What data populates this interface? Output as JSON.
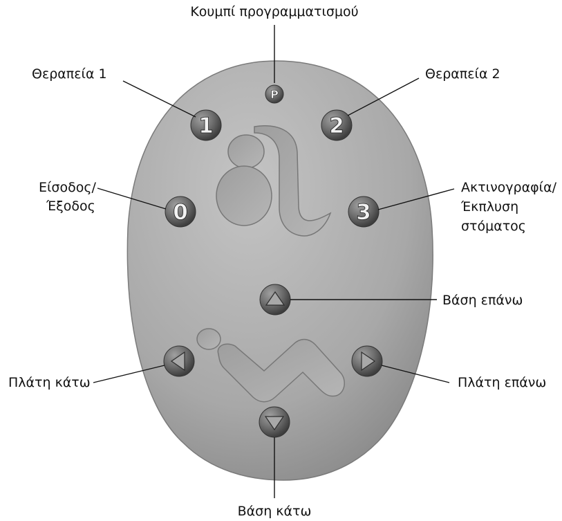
{
  "labels": {
    "program": "Κουμπί προγραμματισμού",
    "therapy1": "Θεραπεία 1",
    "therapy2": "Θεραπεία 2",
    "entry_exit_line1": "Είσοδος/",
    "entry_exit_line2": "Έξοδος",
    "xray_line1": "Ακτινογραφία/",
    "xray_line2": "Έκπλυση",
    "xray_line3": "στόματος",
    "base_up": "Βάση επάνω",
    "back_down": "Πλάτη κάτω",
    "back_up": "Πλάτη επάνω",
    "base_down": "Βάση κάτω"
  },
  "buttons": {
    "program": "P",
    "one": "1",
    "two": "2",
    "zero": "0",
    "three": "3"
  },
  "colors": {
    "remote_body": "#a9a9a9",
    "button": "#6e6e6e",
    "line": "#111111"
  }
}
